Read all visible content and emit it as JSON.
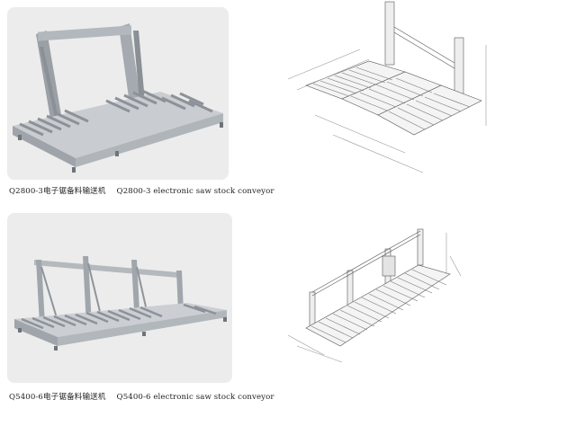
{
  "products": [
    {
      "caption_cn": "Q2800-3电子锯备料输送机",
      "caption_en": "Q2800-3 electronic saw stock conveyor"
    },
    {
      "caption_cn": "Q5400-6电子锯备料输送机",
      "caption_en": "Q5400-6 electronic saw stock conveyor"
    }
  ]
}
